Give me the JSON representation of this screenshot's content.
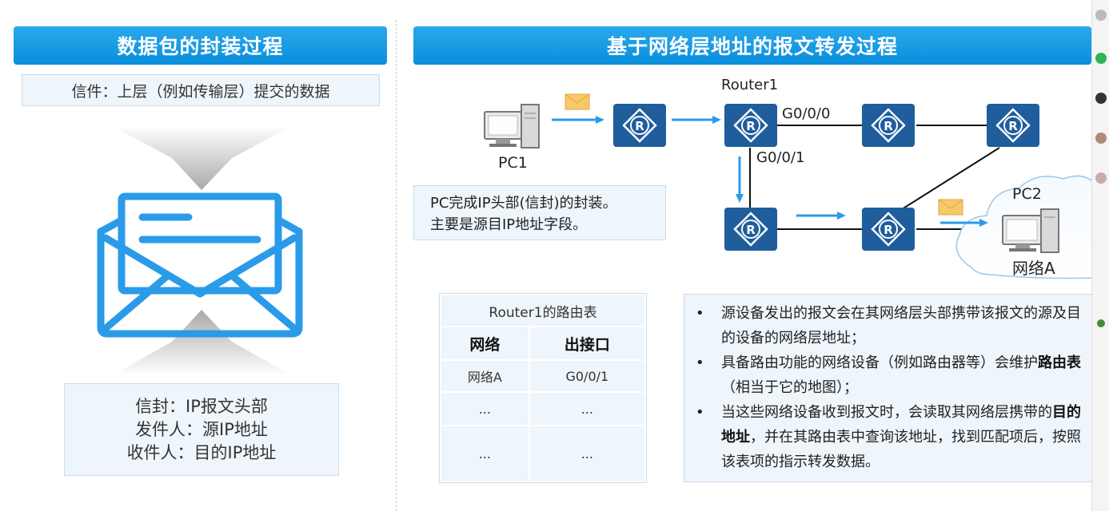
{
  "left": {
    "banner_title": "数据包的封装过程",
    "letter_caption": "信件：上层（例如传输层）提交的数据",
    "envelope_lines": [
      "信封：IP报文头部",
      "发件人：源IP地址",
      "收件人：目的IP地址"
    ]
  },
  "right": {
    "banner_title": "基于网络层地址的报文转发过程",
    "labels": {
      "router1": "Router1",
      "g000": "G0/0/0",
      "g001": "G0/0/1",
      "pc1": "PC1",
      "pc2": "PC2",
      "network_a": "网络A",
      "router_glyph": "R"
    },
    "pc1_note": [
      "PC完成IP头部(信封)的封装。",
      "主要是源目IP地址字段。"
    ],
    "route_table": {
      "caption": "Router1的路由表",
      "headers": [
        "网络",
        "出接口"
      ],
      "rows": [
        [
          "网络A",
          "G0/0/1"
        ],
        [
          "...",
          "..."
        ],
        [
          "...",
          "..."
        ]
      ]
    },
    "bullets": {
      "b1": "源设备发出的报文会在其网络层头部携带该报文的源及目的设备的网络层地址；",
      "b2_pre": "具备路由功能的网络设备（例如路由器等）会维护",
      "b2_bold": "路由表",
      "b2_post": "（相当于它的地图）；",
      "b3_pre": "当这些网络设备收到报文时，会读取其网络层携带的",
      "b3_bold": "目的地址",
      "b3_post": "，并在其路由表中查询该地址，找到匹配项后，按照该表项的指示转发数据。",
      "marker": "•"
    }
  },
  "colors": {
    "banner": "#0a8fdc",
    "router": "#1f5d9c",
    "envelope": "#2a9be8",
    "arrow": "#2a9be8",
    "box_bg": "#eef5fb"
  },
  "icons": [
    "envelope-icon",
    "router-icon",
    "pc-icon",
    "cloud-icon",
    "mail-icon"
  ]
}
